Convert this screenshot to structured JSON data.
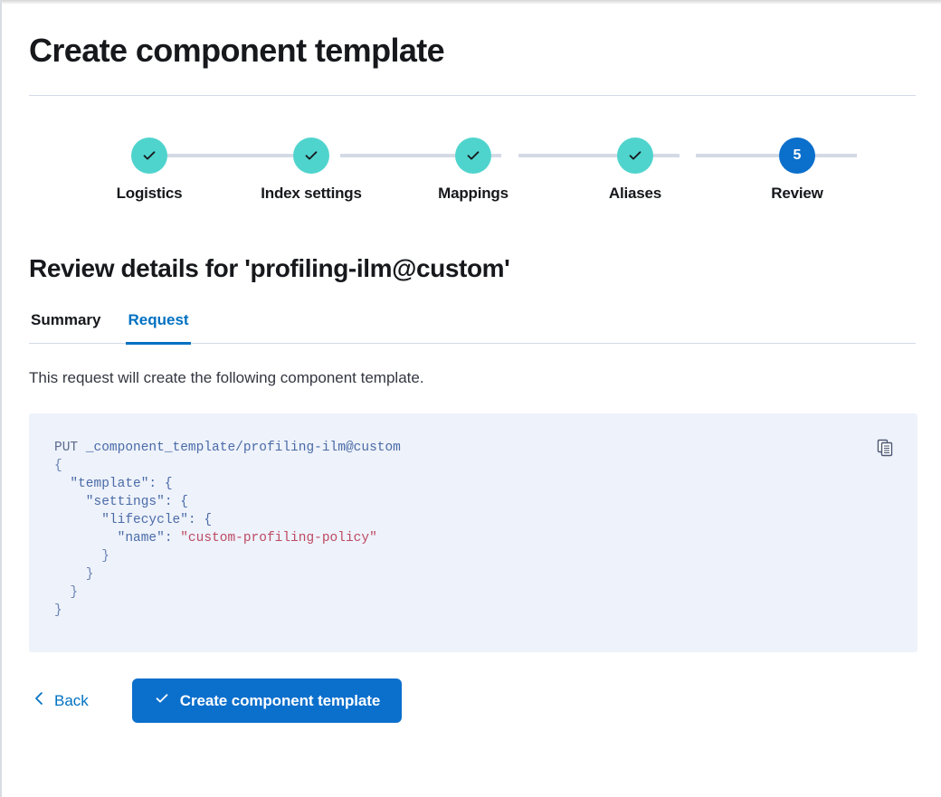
{
  "page": {
    "title": "Create component template"
  },
  "stepper": {
    "steps": [
      {
        "label": "Logistics",
        "state": "complete",
        "number": "1",
        "icon": "check-icon"
      },
      {
        "label": "Index settings",
        "state": "complete",
        "number": "2",
        "icon": "check-icon"
      },
      {
        "label": "Mappings",
        "state": "complete",
        "number": "3",
        "icon": "check-icon"
      },
      {
        "label": "Aliases",
        "state": "complete",
        "number": "4",
        "icon": "check-icon"
      },
      {
        "label": "Review",
        "state": "current",
        "number": "5",
        "icon": ""
      }
    ],
    "colors": {
      "complete": "#4fd4cd",
      "current": "#0b6fcc",
      "connector": "#d3dae6"
    }
  },
  "review": {
    "heading": "Review details for 'profiling-ilm@custom'",
    "tabs": [
      {
        "label": "Summary",
        "active": false
      },
      {
        "label": "Request",
        "active": true
      }
    ],
    "description": "This request will create the following component template.",
    "code": {
      "method": "PUT",
      "path": "_component_template/profiling-ilm@custom",
      "lines": [
        "{",
        "  \"template\": {",
        "    \"settings\": {",
        "      \"lifecycle\": {",
        "        \"name\": ",
        "\"custom-profiling-policy\"",
        "      }",
        "    }",
        "  }",
        "}"
      ],
      "string_value": "\"custom-profiling-policy\"",
      "copy_icon": "copy-clipboard-icon",
      "background": "#eef2fa"
    }
  },
  "footer": {
    "back_label": "Back",
    "back_icon": "chevron-left-icon",
    "submit_label": "Create component template",
    "submit_icon": "check-icon",
    "submit_color": "#0b6fcc"
  }
}
